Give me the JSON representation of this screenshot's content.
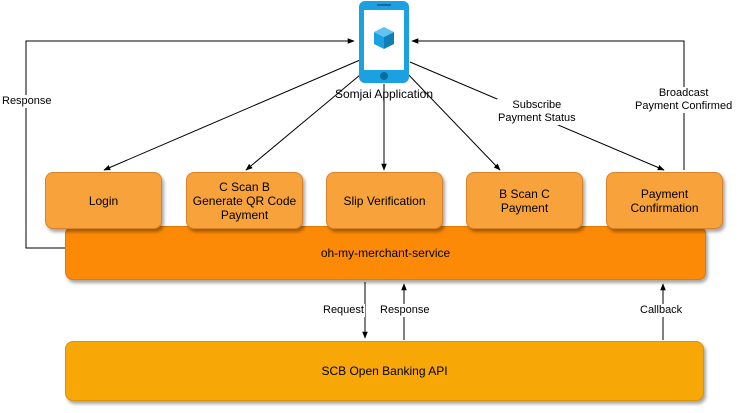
{
  "app": {
    "label": "Somjai Application",
    "icon": "mobile-phone-icon"
  },
  "features": [
    {
      "id": "login",
      "label": "Login"
    },
    {
      "id": "c-scan-b",
      "label": "C Scan B\nGenerate QR Code\nPayment"
    },
    {
      "id": "slip-verification",
      "label": "Slip Verification"
    },
    {
      "id": "b-scan-c",
      "label": "B Scan C\nPayment"
    },
    {
      "id": "payment-confirmation",
      "label": "Payment\nConfirmation"
    }
  ],
  "service": {
    "label": "oh-my-merchant-service"
  },
  "api": {
    "label": "SCB Open Banking API"
  },
  "edge_labels": {
    "response_left": "Response",
    "subscribe": "Subscribe\nPayment Status",
    "broadcast": "Broadcast\nPayment Confirmed",
    "request": "Request",
    "response_api": "Response",
    "callback": "Callback"
  },
  "colors": {
    "feature_fill": "#f7a23a",
    "service_fill": "#fd8a06",
    "api_fill": "#f7a706",
    "phone_body": "#1ba1e2"
  }
}
